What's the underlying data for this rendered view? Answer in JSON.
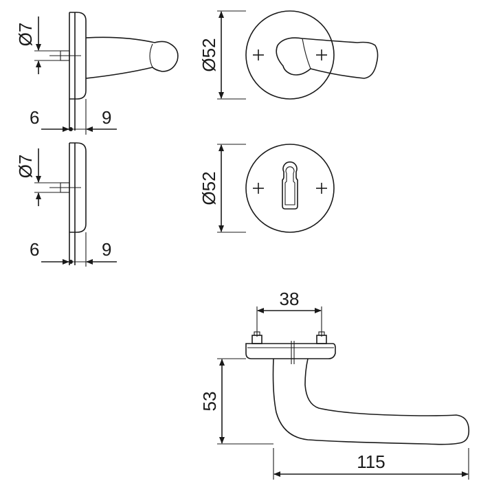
{
  "drawing": {
    "side_view_top": {
      "diameter_label": "Ø7",
      "left_dim": "6",
      "right_dim": "9"
    },
    "side_view_bottom": {
      "diameter_label": "Ø7",
      "left_dim": "6",
      "right_dim": "9"
    },
    "rosette_lever": {
      "diameter_label": "Ø52"
    },
    "rosette_keyhole": {
      "diameter_label": "Ø52"
    },
    "lever_side": {
      "spacing_dim": "38",
      "height_dim": "53",
      "length_dim": "115"
    }
  },
  "colors": {
    "line": "#1a1a1a",
    "background": "#ffffff"
  }
}
